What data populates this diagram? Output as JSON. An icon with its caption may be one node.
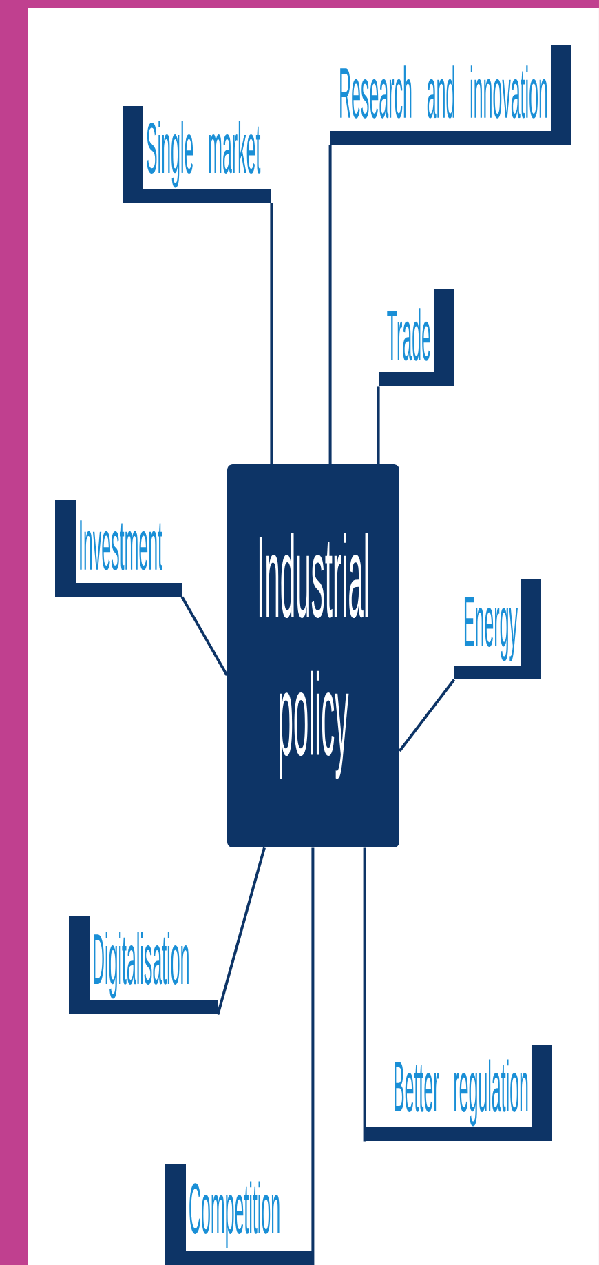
{
  "diagram": {
    "nodes": [
      {
        "text": [
          "Industrial policy"
        ]
      },
      {
        "text": [
          "Research and innovation"
        ]
      },
      {
        "text": [
          "Single market"
        ]
      },
      {
        "text": [
          "Trade"
        ]
      },
      {
        "text": [
          "Investment"
        ]
      },
      {
        "text": [
          "Energy"
        ]
      },
      {
        "text": [
          "Digitalisation"
        ]
      },
      {
        "text": [
          "Better regulation"
        ]
      },
      {
        "text": [
          "Competition"
        ]
      }
    ],
    "edges": [
      {
        "from": 0,
        "to": 1,
        "arrow": "none"
      },
      {
        "from": 0,
        "to": 2,
        "arrow": "none"
      },
      {
        "from": 0,
        "to": 3,
        "arrow": "none"
      },
      {
        "from": 0,
        "to": 4,
        "arrow": "none"
      },
      {
        "from": 0,
        "to": 5,
        "arrow": "none"
      },
      {
        "from": 0,
        "to": 6,
        "arrow": "none"
      },
      {
        "from": 0,
        "to": 7,
        "arrow": "none"
      },
      {
        "from": 0,
        "to": 8,
        "arrow": "none"
      }
    ]
  }
}
